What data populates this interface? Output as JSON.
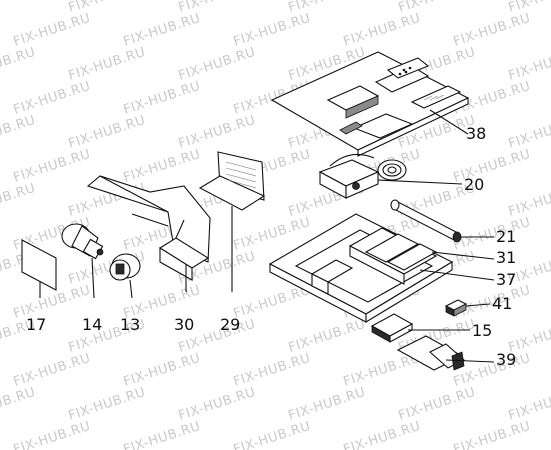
{
  "watermark": {
    "text": "FIX-HUB.RU"
  },
  "labels": [
    "38",
    "20",
    "21",
    "31",
    "37",
    "41",
    "15",
    "39",
    "17",
    "14",
    "13",
    "30",
    "29"
  ]
}
